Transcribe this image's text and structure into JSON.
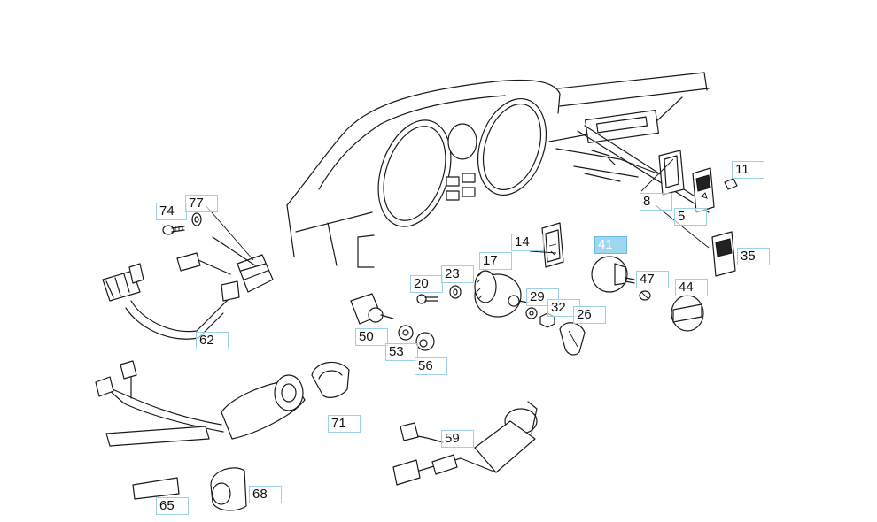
{
  "diagram": {
    "active_callout": "41",
    "callouts": [
      {
        "id": "74",
        "label": "74"
      },
      {
        "id": "77",
        "label": "77"
      },
      {
        "id": "62",
        "label": "62"
      },
      {
        "id": "14",
        "label": "14"
      },
      {
        "id": "17",
        "label": "17"
      },
      {
        "id": "20",
        "label": "20"
      },
      {
        "id": "23",
        "label": "23"
      },
      {
        "id": "29",
        "label": "29"
      },
      {
        "id": "32",
        "label": "32"
      },
      {
        "id": "26",
        "label": "26"
      },
      {
        "id": "41",
        "label": "41"
      },
      {
        "id": "47",
        "label": "47"
      },
      {
        "id": "44",
        "label": "44"
      },
      {
        "id": "8",
        "label": "8"
      },
      {
        "id": "5",
        "label": "5"
      },
      {
        "id": "11",
        "label": "11"
      },
      {
        "id": "35",
        "label": "35"
      },
      {
        "id": "50",
        "label": "50"
      },
      {
        "id": "53",
        "label": "53"
      },
      {
        "id": "56",
        "label": "56"
      },
      {
        "id": "71",
        "label": "71"
      },
      {
        "id": "59",
        "label": "59"
      },
      {
        "id": "65",
        "label": "65"
      },
      {
        "id": "68",
        "label": "68"
      }
    ]
  }
}
